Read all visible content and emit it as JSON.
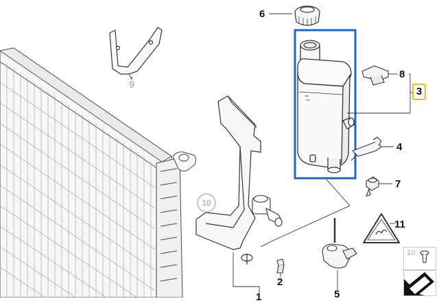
{
  "diagram": {
    "callouts": {
      "c6": "6",
      "c9": "9",
      "c8": "8",
      "c3": "3",
      "c4": "4",
      "c10": "10",
      "c7": "7",
      "c11": "11",
      "c2": "2",
      "c5": "5",
      "c1": "1"
    },
    "warning_symbol_text": "⚠",
    "logo_panel_number": "10",
    "colors": {
      "selection_frame": "#1e63c8",
      "highlight_box": "#e0c020",
      "line_art": "#333333",
      "faded_label": "#b8b8b8"
    }
  }
}
